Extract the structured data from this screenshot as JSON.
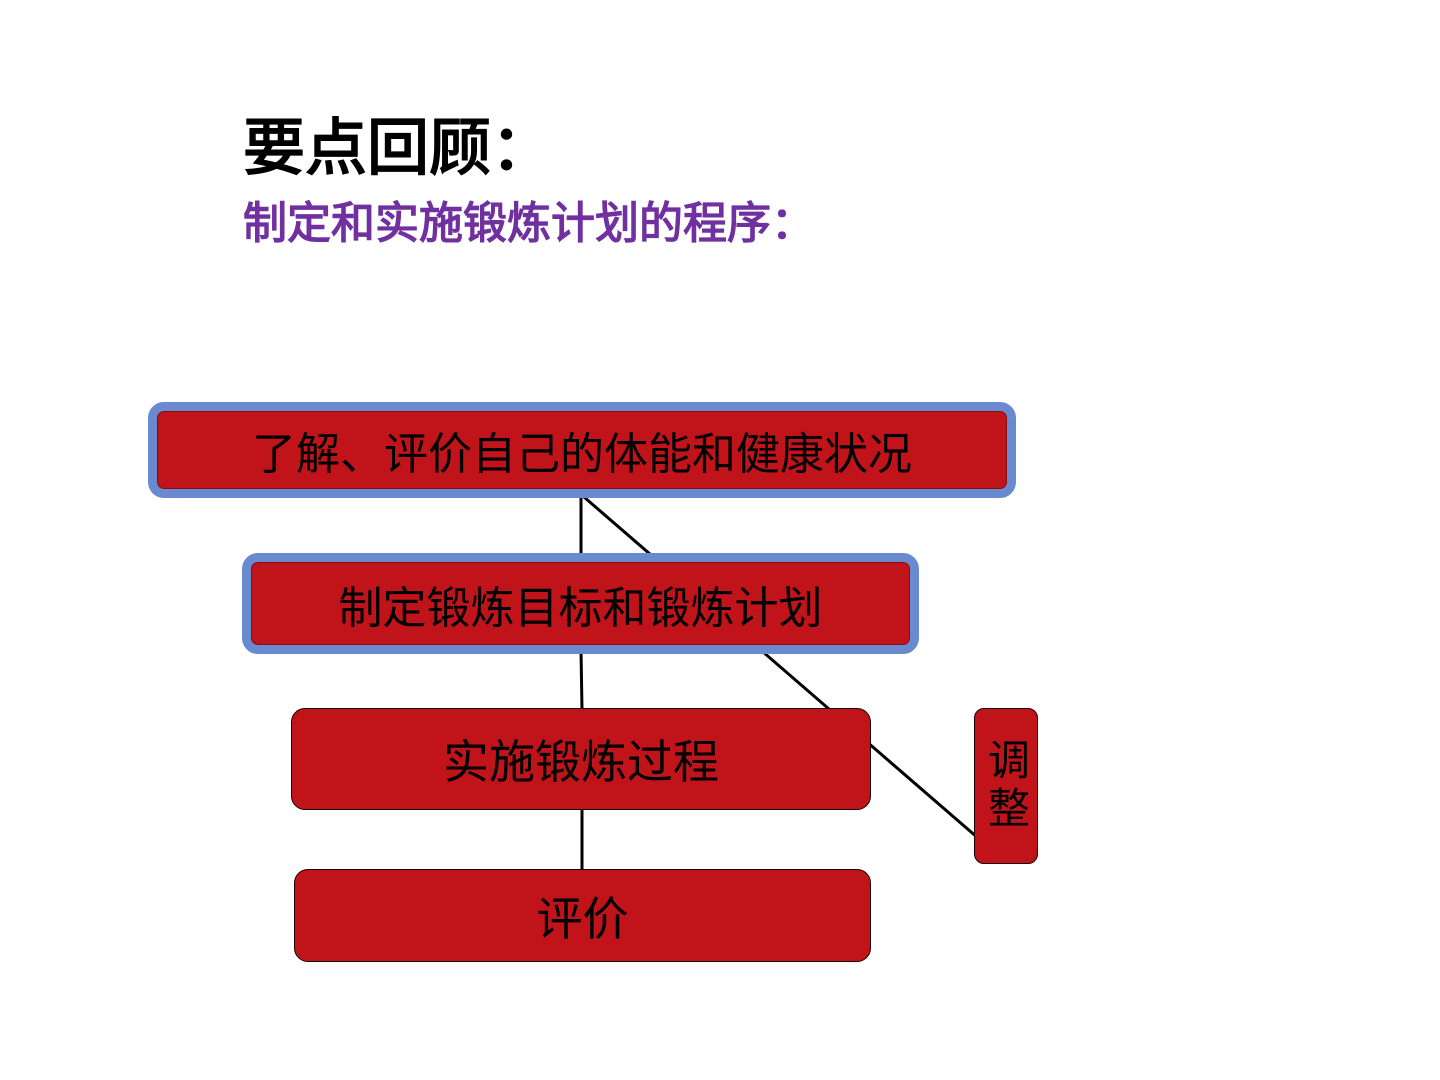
{
  "slide": {
    "title": "要点回顾：",
    "subtitle": "制定和实施锻炼计划的程序："
  },
  "diagram": {
    "steps": [
      "了解、评价自己的体能和健康状况",
      "制定锻炼目标和锻炼计划",
      "实施锻炼过程",
      "评价"
    ],
    "feedback_label": "调整"
  },
  "colors": {
    "box_fill": "#c0141a",
    "box_outline_blue": "#6a8ad0",
    "subtitle": "#7030a0",
    "title": "#000000",
    "connector": "#000000"
  }
}
